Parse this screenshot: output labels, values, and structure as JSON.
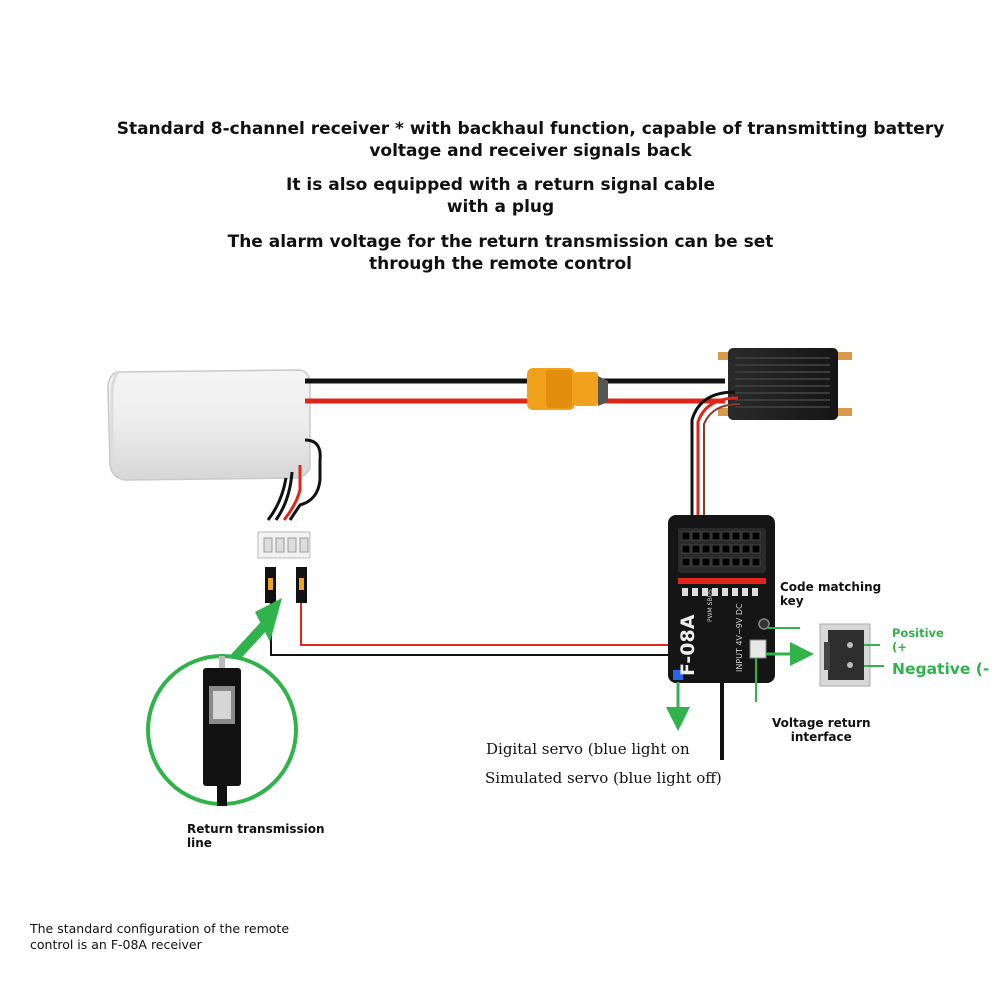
{
  "headings": {
    "line1": "Standard 8-channel receiver * with backhaul function, capable of transmitting battery\nvoltage and receiver signals back",
    "line2": "It is also equipped with a return signal cable\nwith a plug",
    "line3": "The alarm voltage for the return transmission can be set\nthrough the remote control"
  },
  "receiver": {
    "model": "F-08A",
    "pwm_label": "PWM SBUS",
    "input_label": "INPUT 4V~9V DC"
  },
  "labels": {
    "code_matching": "Code matching\nkey",
    "positive": "Positive\n(+",
    "negative": "Negative (-",
    "voltage_return": "Voltage return\ninterface",
    "digital_servo": "Digital servo (blue light on",
    "simulated_servo": "Simulated servo (blue light off)",
    "return_line": "Return transmission\nline",
    "footer": "The standard configuration of the remote\ncontrol is an F-08A receiver"
  },
  "colors": {
    "accent": "#2fb34a",
    "wire_red": "#e0261b",
    "wire_black": "#111111",
    "connector": "#f0a21c"
  },
  "icons": [
    "battery-icon",
    "xt60-connector-icon",
    "esc-icon",
    "receiver-icon",
    "jst-plug-icon",
    "servo-plug-icon"
  ]
}
